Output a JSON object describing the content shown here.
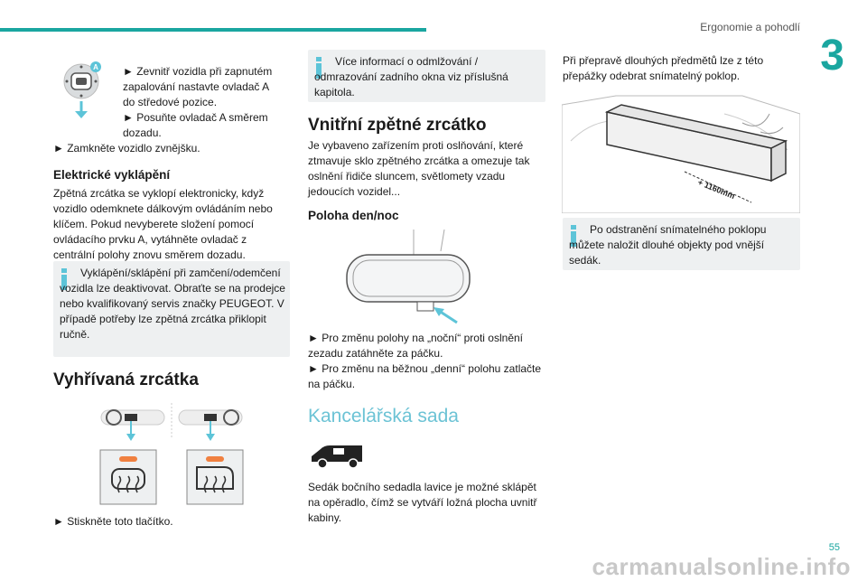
{
  "header": {
    "section_title": "Ergonomie a pohodlí",
    "chapter_number": "3"
  },
  "footer": {
    "page_number": "55",
    "watermark": "carmanualsonline.info"
  },
  "col1": {
    "instr_a1": "► Zevnitř vozidla při zapnutém zapalování nastavte ovladač A do středové pozice.",
    "instr_a2": "► Posuňte ovladač A směrem dozadu.",
    "instr_lock": "► Zamkněte vozidlo zvnějšku.",
    "folding_heading": "Elektrické vyklápění",
    "folding_text": "Zpětná zrcátka se vyklopí elektronicky, když vozidlo odemknete dálkovým ovládáním nebo klíčem. Pokud nevyberete složení pomocí ovládacího prvku A, vytáhněte ovladač z centrální polohy znovu směrem dozadu.",
    "info_box": "Vyklápění/sklápění při zamčení/odemčení vozidla lze deaktivovat. Obraťte se na prodejce nebo kvalifikovaný servis značky PEUGEOT. V případě potřeby lze zpětná zrcátka přiklopit ručně.",
    "heated_heading": "Vyhřívaná zrcátka",
    "heated_instr": "► Stiskněte toto tlačítko.",
    "control_label": "A"
  },
  "col2": {
    "info_box": "Více informací o odmlžování / odmrazování zadního okna viz příslušná kapitola.",
    "mirror_heading": "Vnitřní zpětné zrcátko",
    "mirror_text": "Je vybaveno zařízením proti oslňování, které ztmavuje sklo zpětného zrcátka a omezuje tak oslnění řidiče sluncem, světlomety vzadu jedoucích vozidel...",
    "daynight_heading": "Poloha den/noc",
    "night_instr": "► Pro změnu polohy na „noční“ proti oslnění zezadu zatáhněte za páčku.",
    "day_instr": "► Pro změnu na běžnou „denní“ polohu zatlačte na páčku.",
    "office_heading": "Kancelářská sada",
    "office_text": "Sedák bočního sedadla lavice je možné sklápět na opěradlo, čímž se vytváří ložná plocha uvnitř kabiny."
  },
  "col3": {
    "transport_text": "Při přepravě dlouhých předmětů lze z této přepážky odebrat snímatelný poklop.",
    "dimension_label": "+ 1160mm",
    "info_box": "Po odstranění snímatelného poklopu můžete naložit dlouhé objekty pod vnější sedák."
  }
}
